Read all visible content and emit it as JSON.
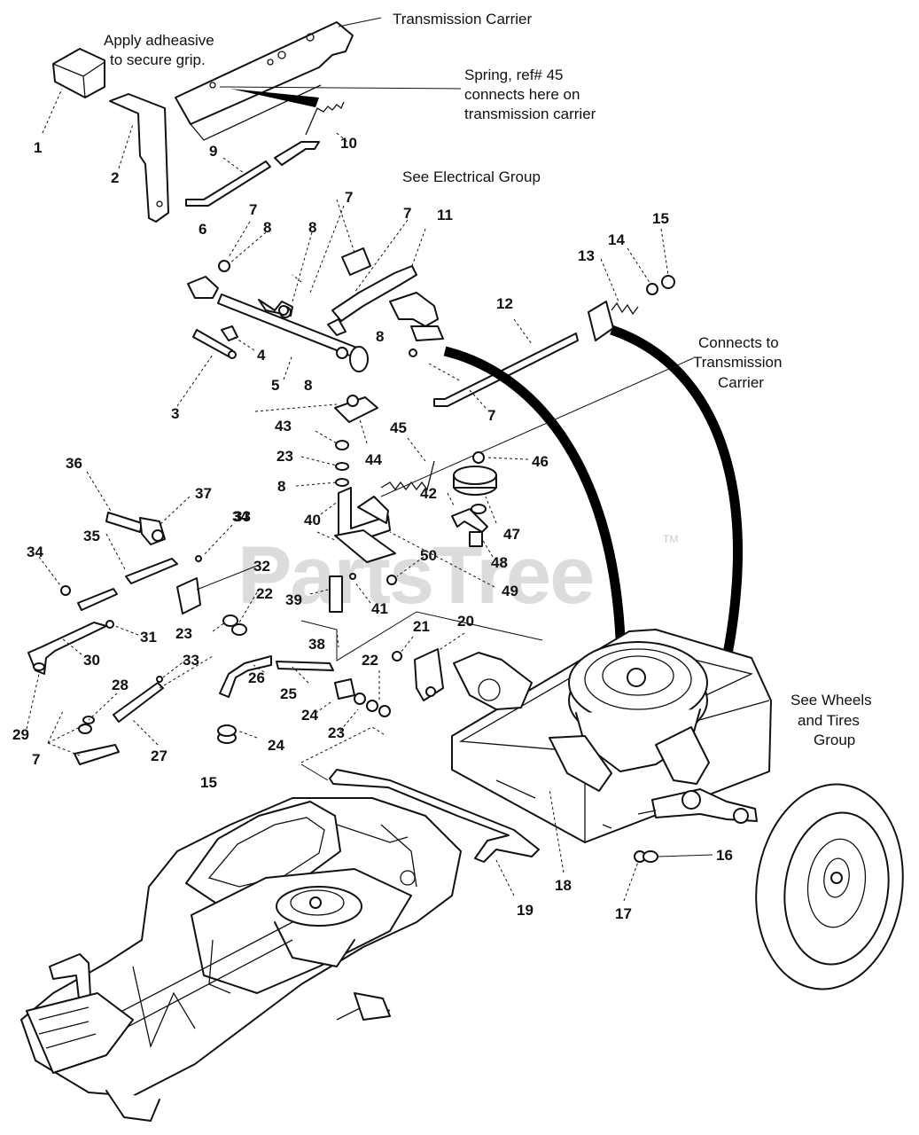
{
  "watermark": {
    "text": "PartsTree",
    "mark": "TM"
  },
  "notes": [
    {
      "id": "transmission-carrier",
      "lines": [
        "Transmission Carrier"
      ]
    },
    {
      "id": "adhesive",
      "lines": [
        "Apply adheasive",
        "to secure grip."
      ]
    },
    {
      "id": "spring",
      "lines": [
        "Spring, ref# 45",
        "connects here on",
        "transmission carrier"
      ]
    },
    {
      "id": "electrical",
      "lines": [
        "See Electrical Group"
      ]
    },
    {
      "id": "connects",
      "lines": [
        "Connects to",
        "Transmission",
        "Carrier"
      ]
    },
    {
      "id": "wheels",
      "lines": [
        "See Wheels",
        "and Tires",
        "Group"
      ]
    }
  ],
  "callouts": [
    {
      "id": "c1",
      "label": "1"
    },
    {
      "id": "c2",
      "label": "2"
    },
    {
      "id": "c3",
      "label": "3"
    },
    {
      "id": "c4",
      "label": "4"
    },
    {
      "id": "c5",
      "label": "5"
    },
    {
      "id": "c6",
      "label": "6"
    },
    {
      "id": "c7a",
      "label": "7"
    },
    {
      "id": "c7b",
      "label": "7"
    },
    {
      "id": "c7c",
      "label": "7"
    },
    {
      "id": "c7d",
      "label": "7"
    },
    {
      "id": "c7e",
      "label": "7"
    },
    {
      "id": "c8a",
      "label": "8"
    },
    {
      "id": "c8b",
      "label": "8"
    },
    {
      "id": "c8c",
      "label": "8"
    },
    {
      "id": "c8d",
      "label": "8"
    },
    {
      "id": "c8e",
      "label": "8"
    },
    {
      "id": "c9",
      "label": "9"
    },
    {
      "id": "c10",
      "label": "10"
    },
    {
      "id": "c11",
      "label": "11"
    },
    {
      "id": "c12",
      "label": "12"
    },
    {
      "id": "c13",
      "label": "13"
    },
    {
      "id": "c14",
      "label": "14"
    },
    {
      "id": "c15a",
      "label": "15"
    },
    {
      "id": "c15b",
      "label": "15"
    },
    {
      "id": "c16",
      "label": "16"
    },
    {
      "id": "c17",
      "label": "17"
    },
    {
      "id": "c18",
      "label": "18"
    },
    {
      "id": "c19",
      "label": "19"
    },
    {
      "id": "c20",
      "label": "20"
    },
    {
      "id": "c21",
      "label": "21"
    },
    {
      "id": "c22a",
      "label": "22"
    },
    {
      "id": "c22b",
      "label": "22"
    },
    {
      "id": "c23a",
      "label": "23"
    },
    {
      "id": "c23b",
      "label": "23"
    },
    {
      "id": "c23c",
      "label": "23"
    },
    {
      "id": "c24a",
      "label": "24"
    },
    {
      "id": "c24b",
      "label": "24"
    },
    {
      "id": "c25",
      "label": "25"
    },
    {
      "id": "c26",
      "label": "26"
    },
    {
      "id": "c27",
      "label": "27"
    },
    {
      "id": "c28",
      "label": "28"
    },
    {
      "id": "c29",
      "label": "29"
    },
    {
      "id": "c30",
      "label": "30"
    },
    {
      "id": "c31",
      "label": "31"
    },
    {
      "id": "c32",
      "label": "32"
    },
    {
      "id": "c33a",
      "label": "33"
    },
    {
      "id": "c33b",
      "label": "33"
    },
    {
      "id": "c34a",
      "label": "34"
    },
    {
      "id": "c34b",
      "label": "34"
    },
    {
      "id": "c35",
      "label": "35"
    },
    {
      "id": "c36",
      "label": "36"
    },
    {
      "id": "c37",
      "label": "37"
    },
    {
      "id": "c38",
      "label": "38"
    },
    {
      "id": "c39",
      "label": "39"
    },
    {
      "id": "c40",
      "label": "40"
    },
    {
      "id": "c41",
      "label": "41"
    },
    {
      "id": "c42",
      "label": "42"
    },
    {
      "id": "c43",
      "label": "43"
    },
    {
      "id": "c44",
      "label": "44"
    },
    {
      "id": "c45",
      "label": "45"
    },
    {
      "id": "c46",
      "label": "46"
    },
    {
      "id": "c47",
      "label": "47"
    },
    {
      "id": "c48",
      "label": "48"
    },
    {
      "id": "c49",
      "label": "49"
    },
    {
      "id": "c50",
      "label": "50"
    }
  ]
}
